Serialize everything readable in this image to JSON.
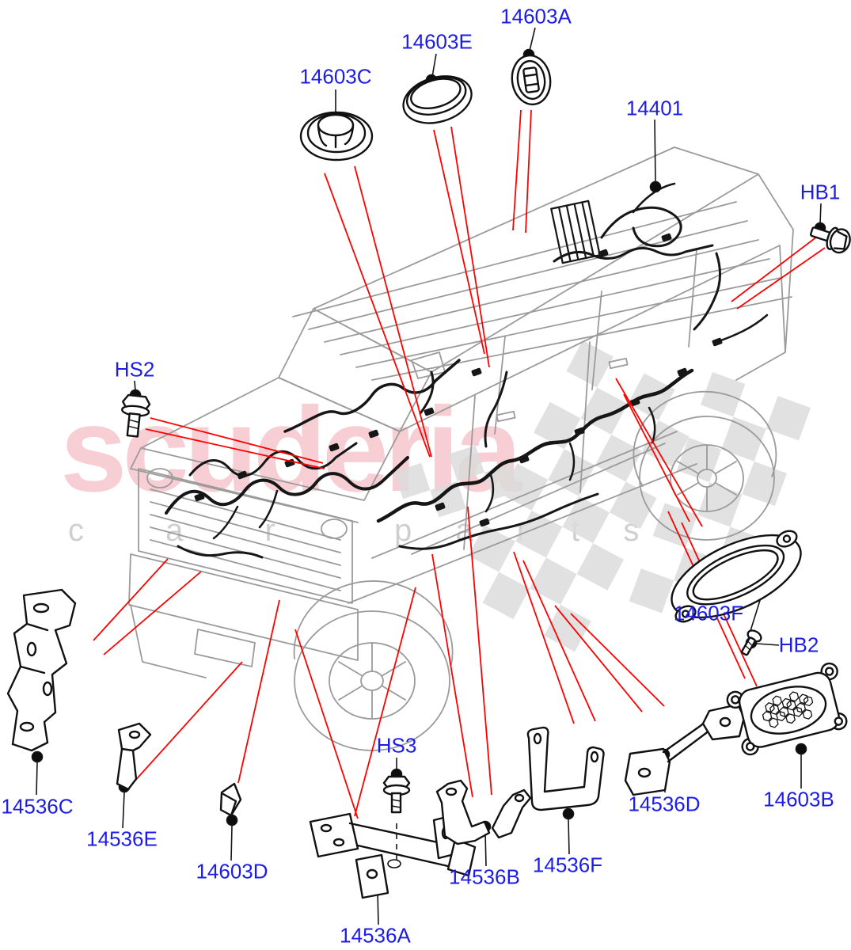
{
  "watermark": {
    "brand": "scuderia",
    "left_word": "c a r",
    "right_word": "p a r t s"
  },
  "colors": {
    "label_blue": "#1c1ce6",
    "leader_red": "#ff0000",
    "callout_black": "#141414",
    "vehicle_outline_gray": "#9b9b9b",
    "harness_black": "#161616",
    "watermark_pink": "#f6ced3",
    "watermark_gray": "#cfcfcf",
    "checker_gray": "#dcdcdc"
  },
  "callouts": [
    {
      "id": "14603C",
      "label": "14603C"
    },
    {
      "id": "14603E",
      "label": "14603E"
    },
    {
      "id": "14603A",
      "label": "14603A"
    },
    {
      "id": "14401",
      "label": "14401"
    },
    {
      "id": "HB1",
      "label": "HB1"
    },
    {
      "id": "HS2",
      "label": "HS2"
    },
    {
      "id": "14603F",
      "label": "14603F"
    },
    {
      "id": "HB2",
      "label": "HB2"
    },
    {
      "id": "14536C",
      "label": "14536C"
    },
    {
      "id": "14536E",
      "label": "14536E"
    },
    {
      "id": "14603D",
      "label": "14603D"
    },
    {
      "id": "HS3",
      "label": "HS3"
    },
    {
      "id": "14536A",
      "label": "14536A"
    },
    {
      "id": "14536B",
      "label": "14536B"
    },
    {
      "id": "14536F",
      "label": "14536F"
    },
    {
      "id": "14536D",
      "label": "14536D"
    },
    {
      "id": "14603B",
      "label": "14603B"
    }
  ]
}
